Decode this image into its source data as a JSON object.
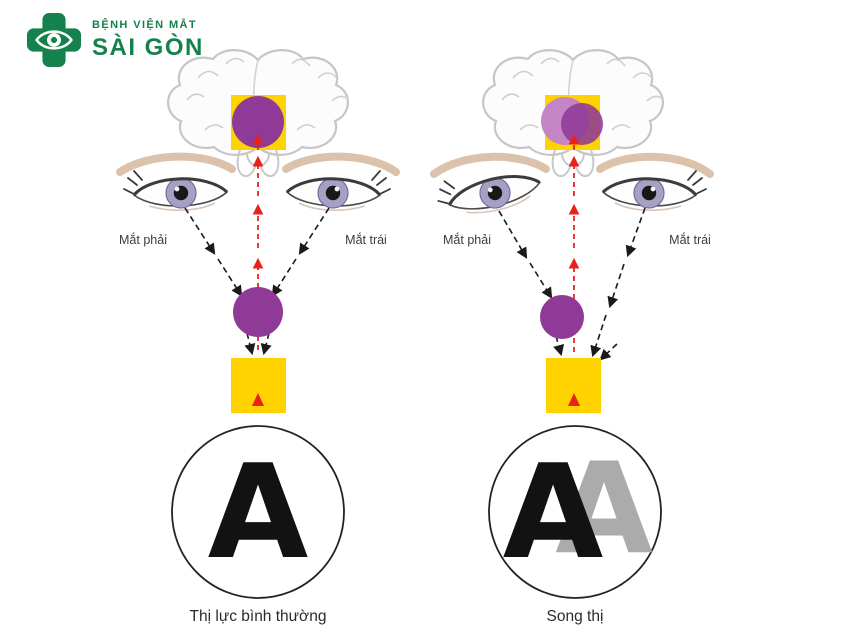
{
  "logo": {
    "line1": "BỆNH VIỆN MẮT",
    "line2": "SÀI GÒN"
  },
  "panels": [
    {
      "right_eye_label": "Mắt phải",
      "left_eye_label": "Mắt trái",
      "letter": "A",
      "caption": "Thị lực bình thường"
    },
    {
      "right_eye_label": "Mắt phải",
      "left_eye_label": "Mắt trái",
      "letter": "A",
      "ghost_letter": "A",
      "caption": "Song thị"
    }
  ],
  "colors": {
    "brand_green": "#15824d",
    "purple": "#8e3a96",
    "light_purple": "#c584c3",
    "yellow": "#ffd200",
    "red": "#e8221b",
    "arrow_black": "#1a1a1a",
    "ghost_gray": "#ababab",
    "letter_black": "#121212"
  }
}
